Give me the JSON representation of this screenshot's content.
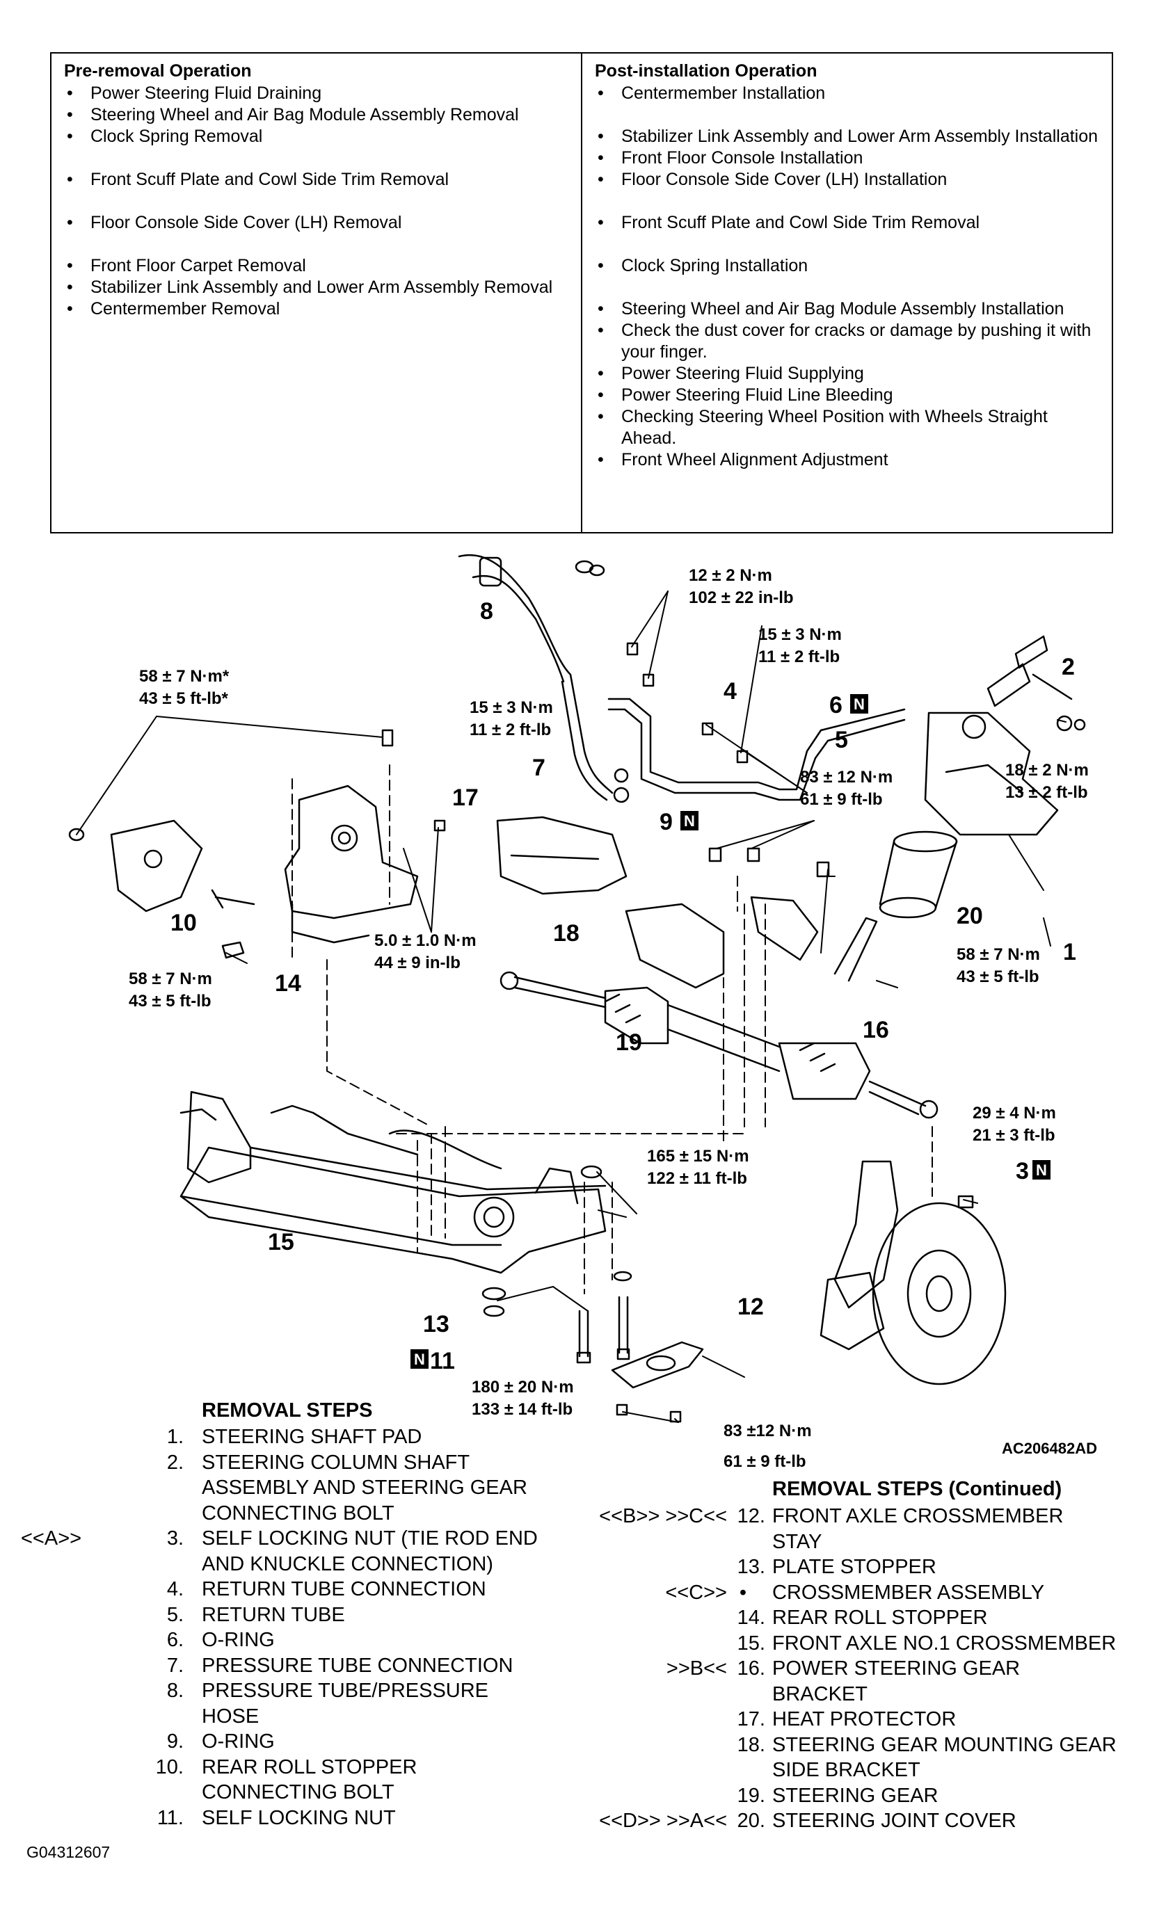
{
  "pre_removal": {
    "title": "Pre-removal Operation",
    "items": [
      "Power Steering Fluid Draining",
      "Steering Wheel and Air Bag Module Assembly Removal",
      "Clock Spring Removal",
      "Front Scuff Plate and Cowl Side Trim Removal",
      "Floor Console Side Cover (LH) Removal",
      "Front Floor Carpet Removal",
      "Stabilizer Link Assembly and Lower Arm Assembly Removal",
      "Centermember Removal"
    ]
  },
  "post_installation": {
    "title": "Post-installation Operation",
    "items": [
      "Centermember Installation",
      "Stabilizer Link Assembly and Lower Arm Assembly Installation",
      "Front Floor Console Installation",
      "Floor Console Side Cover (LH) Installation",
      "Front Scuff Plate and Cowl Side Trim Removal",
      "Clock Spring Installation",
      "Steering Wheel and Air Bag Module Assembly Installation",
      "Check the dust cover for cracks or damage by pushing it with your finger.",
      "Power Steering Fluid Supplying",
      "Power Steering Fluid Line Bleeding",
      "Checking Steering Wheel Position with Wheels Straight Ahead.",
      "Front Wheel Alignment Adjustment"
    ]
  },
  "diagram": {
    "figure_code": "AC206482AD",
    "part_labels": [
      "1",
      "2",
      "3",
      "4",
      "5",
      "6",
      "7",
      "8",
      "9",
      "10",
      "11",
      "12",
      "13",
      "14",
      "15",
      "16",
      "17",
      "18",
      "19",
      "20"
    ],
    "n_marker": "N",
    "torques": {
      "t_12": [
        "12 ± 2 N·m",
        "102 ± 22 in-lb"
      ],
      "t_15a": [
        "15 ± 3 N·m",
        "11 ± 2 ft-lb"
      ],
      "t_15b": [
        "15 ± 3 N·m",
        "11 ± 2 ft-lb"
      ],
      "t_58a": [
        "58 ± 7 N·m*",
        "43 ± 5 ft-lb*"
      ],
      "t_18": [
        "18 ± 2 N·m",
        "13 ± 2 ft-lb"
      ],
      "t_83a": [
        "83 ± 12 N·m",
        "61 ± 9 ft-lb"
      ],
      "t_5": [
        "5.0 ± 1.0 N·m",
        "44 ± 9 in-lb"
      ],
      "t_58b": [
        "58 ± 7 N·m",
        "43 ± 5 ft-lb"
      ],
      "t_58c": [
        "58 ± 7 N·m",
        "43 ± 5 ft-lb"
      ],
      "t_29": [
        "29 ± 4 N·m",
        "21 ± 3 ft-lb"
      ],
      "t_165": [
        "165 ± 15 N·m",
        "122 ± 11 ft-lb"
      ],
      "t_180": [
        "180 ± 20 N·m",
        "133 ± 14 ft-lb"
      ],
      "t_83b": [
        "83 ±12 N·m",
        "61 ± 9 ft-lb"
      ]
    }
  },
  "removal_steps": {
    "title": "REMOVAL STEPS",
    "title_cont": "REMOVAL STEPS (Continued)",
    "left": [
      {
        "mark": "",
        "num": "1.",
        "lines": [
          "STEERING SHAFT PAD"
        ]
      },
      {
        "mark": "",
        "num": "2.",
        "lines": [
          "STEERING COLUMN SHAFT",
          "ASSEMBLY AND STEERING GEAR",
          "CONNECTING BOLT"
        ]
      },
      {
        "mark": "<<A>>",
        "num": "3.",
        "lines": [
          "SELF LOCKING NUT (TIE ROD END",
          "AND KNUCKLE CONNECTION)"
        ]
      },
      {
        "mark": "",
        "num": "4.",
        "lines": [
          "RETURN TUBE CONNECTION"
        ]
      },
      {
        "mark": "",
        "num": "5.",
        "lines": [
          "RETURN TUBE"
        ]
      },
      {
        "mark": "",
        "num": "6.",
        "lines": [
          "O-RING"
        ]
      },
      {
        "mark": "",
        "num": "7.",
        "lines": [
          "PRESSURE TUBE CONNECTION"
        ]
      },
      {
        "mark": "",
        "num": "8.",
        "lines": [
          "PRESSURE TUBE/PRESSURE",
          "HOSE"
        ]
      },
      {
        "mark": "",
        "num": "9.",
        "lines": [
          "O-RING"
        ]
      },
      {
        "mark": "",
        "num": "10.",
        "lines": [
          "REAR ROLL STOPPER",
          "CONNECTING BOLT"
        ]
      },
      {
        "mark": "",
        "num": "11.",
        "lines": [
          "SELF LOCKING NUT"
        ]
      }
    ],
    "right": [
      {
        "mark": "<<B>> >>C<<",
        "num": "12.",
        "lines": [
          "FRONT AXLE CROSSMEMBER",
          "STAY"
        ]
      },
      {
        "mark": "",
        "num": "13.",
        "lines": [
          "PLATE STOPPER"
        ]
      },
      {
        "mark": "<<C>>",
        "num": "•",
        "lines": [
          "CROSSMEMBER ASSEMBLY"
        ]
      },
      {
        "mark": "",
        "num": "14.",
        "lines": [
          "REAR ROLL STOPPER"
        ]
      },
      {
        "mark": "",
        "num": "15.",
        "lines": [
          "FRONT AXLE NO.1 CROSSMEMBER"
        ]
      },
      {
        "mark": ">>B<<",
        "num": "16.",
        "lines": [
          "POWER STEERING GEAR",
          "BRACKET"
        ]
      },
      {
        "mark": "",
        "num": "17.",
        "lines": [
          "HEAT PROTECTOR"
        ]
      },
      {
        "mark": "",
        "num": "18.",
        "lines": [
          "STEERING GEAR MOUNTING GEAR",
          "SIDE BRACKET"
        ]
      },
      {
        "mark": "",
        "num": "19.",
        "lines": [
          "STEERING GEAR"
        ]
      },
      {
        "mark": "<<D>> >>A<<",
        "num": "20.",
        "lines": [
          "STEERING JOINT COVER"
        ]
      }
    ]
  },
  "footer_code": "G04312607"
}
